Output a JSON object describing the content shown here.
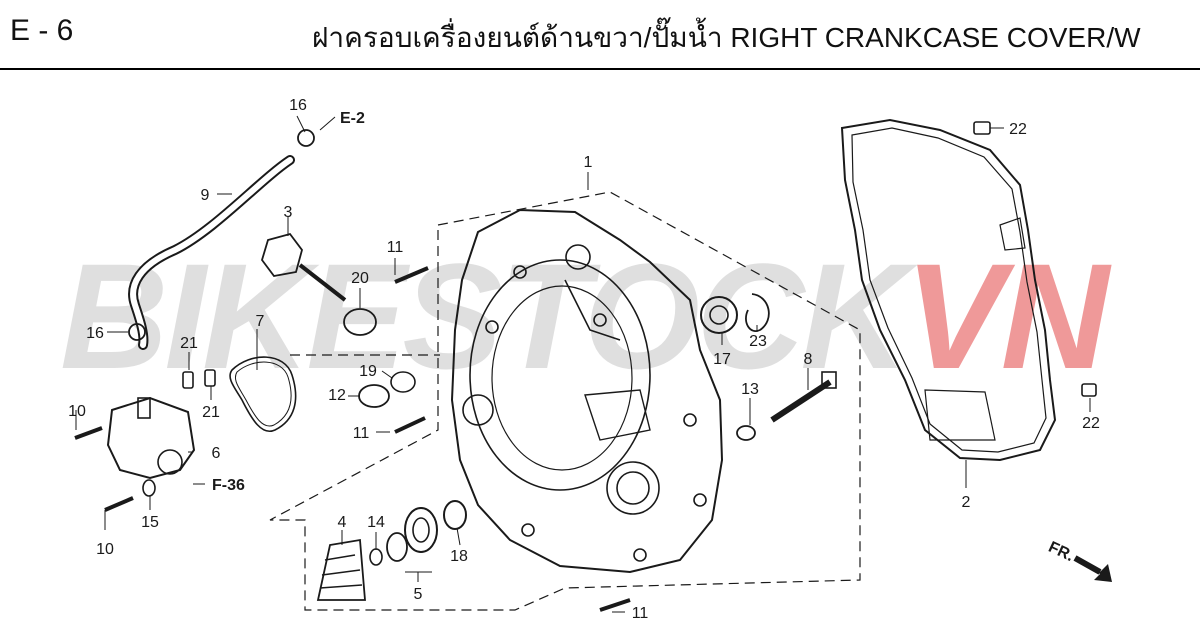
{
  "header": {
    "page_code": "E - 6",
    "title": "ฝาครอบเครื่องยนต์ด้านขวา/ปั๊มน้ำ  RIGHT CRANKCASE COVER/W"
  },
  "watermark": {
    "main": "BIKESTOCK",
    "accent": "VN"
  },
  "colors": {
    "line": "#1a1a1a",
    "watermark_gray": "#9a9a9a",
    "watermark_red": "#e14646"
  },
  "callouts": [
    "1",
    "2",
    "3",
    "4",
    "5",
    "6",
    "7",
    "8",
    "9",
    "10",
    "10",
    "11",
    "11",
    "11",
    "12",
    "13",
    "14",
    "15",
    "16",
    "16",
    "17",
    "18",
    "19",
    "20",
    "21",
    "21",
    "22",
    "22",
    "23"
  ],
  "references": [
    "E-2",
    "F-36"
  ],
  "direction_label": "FR."
}
